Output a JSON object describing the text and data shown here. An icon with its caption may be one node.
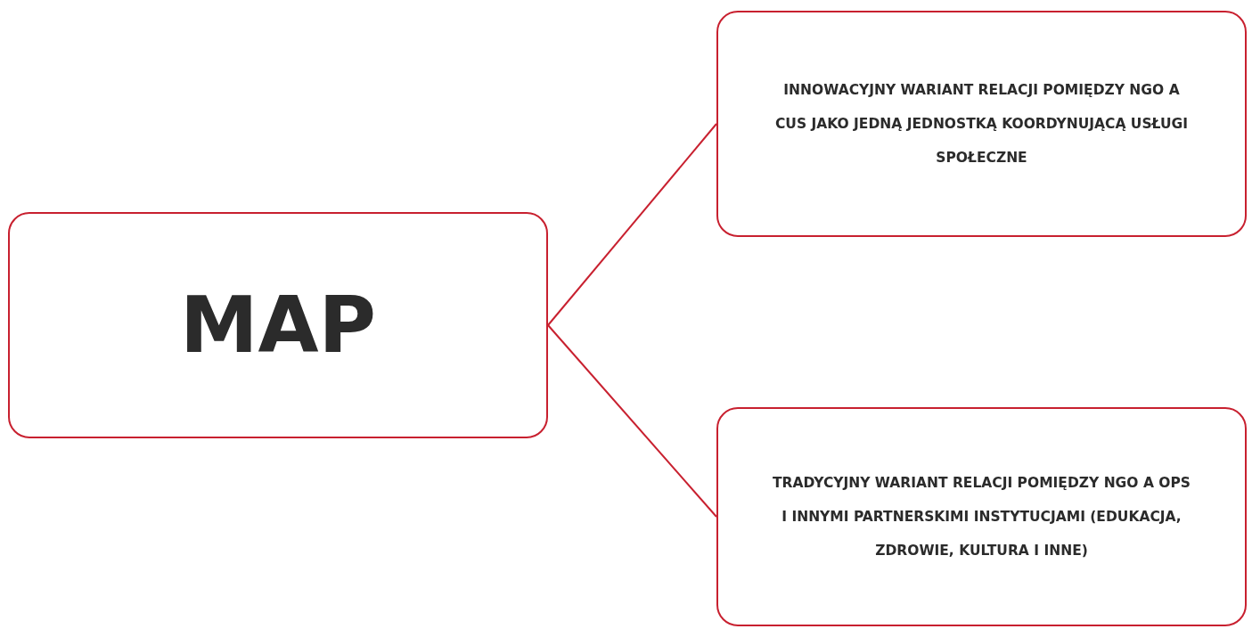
{
  "diagram": {
    "nodes": [
      {
        "text": [
          "MAP"
        ]
      },
      {
        "text": [
          "INNOWACYJNY WARIANT RELACJI POMIĘDZY NGO A CUS JAKO JEDNĄ JEDNOSTKĄ KOORDYNUJĄCĄ USŁUGI SPOŁECZNE"
        ]
      },
      {
        "text": [
          "TRADYCYJNY WARIANT RELACJI POMIĘDZY NGO A OPS I INNYMI PARTNERSKIMI INSTYTUCJAMI (EDUKACJA, ZDROWIE, KULTURA I INNE)"
        ]
      }
    ],
    "edges": [
      {
        "from": 0,
        "to": 1,
        "arrow": "none"
      },
      {
        "from": 0,
        "to": 2,
        "arrow": "none"
      }
    ]
  }
}
